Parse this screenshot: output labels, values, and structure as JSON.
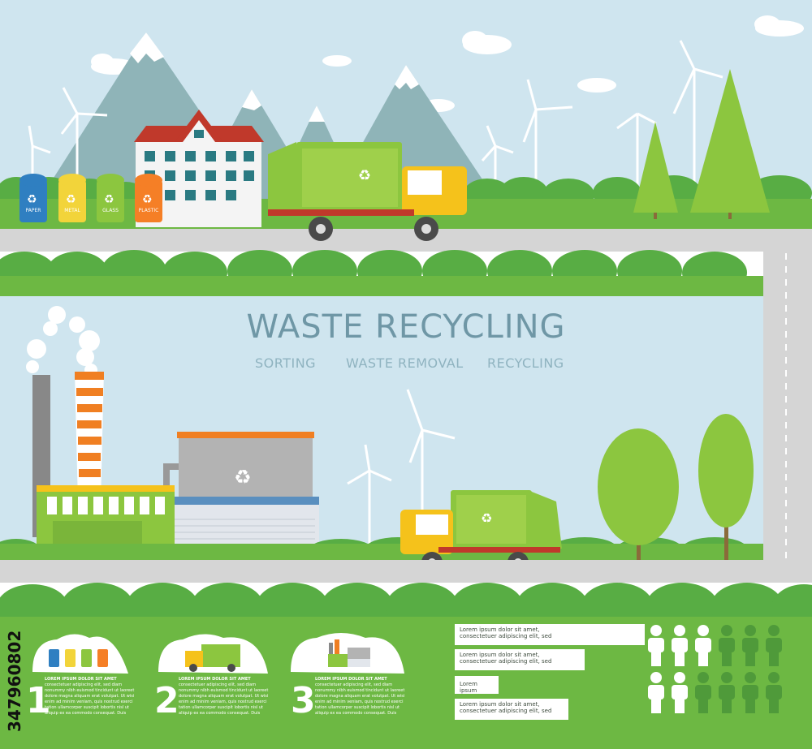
{
  "header": {
    "title": "WASTE RECYCLING",
    "steps": [
      "SORTING",
      "WASTE REMOVAL",
      "RECYCLING"
    ]
  },
  "bins": [
    {
      "label": "PAPER",
      "color": "#2f7fc1"
    },
    {
      "label": "METAL",
      "color": "#f2d43a"
    },
    {
      "label": "GLASS",
      "color": "#8cc63f"
    },
    {
      "label": "PLASTIC",
      "color": "#f57f26"
    }
  ],
  "steps": [
    {
      "number": "1",
      "heading": "LOREM IPSUM DOLOR SIT AMET",
      "text": "consectetuer adipiscing elit, sed diam nonummy nibh euismod tincidunt ut laoreet dolore magna aliquam erat volutpat. Ut wisi enim ad minim veniam, quis nostrud exerci tation ullamcorper suscipit lobortis nisl ut aliquip ex ea commodo consequat. Duis"
    },
    {
      "number": "2",
      "heading": "LOREM IPSUM DOLOR SIT AMET",
      "text": "consectetuer adipiscing elit, sed diam nonummy nibh euismod tincidunt ut laoreet dolore magna aliquam erat volutpat. Ut wisi enim ad minim veniam, quis nostrud exerci tation ullamcorper suscipit lobortis nisl ut aliquip ex ea commodo consequat. Duis"
    },
    {
      "number": "3",
      "heading": "LOREM IPSUM DOLOR SIT AMET",
      "text": "consectetuer adipiscing elit, sed diam nonummy nibh euismod tincidunt ut laoreet dolore magna aliquam erat volutpat. Ut wisi enim ad minim veniam, quis nostrud exerci tation ullamcorper suscipit lobortis nisl ut aliquip ex ea commodo consequat. Duis"
    }
  ],
  "info_boxes": [
    {
      "line1": "Lorem ipsum dolor sit amet,",
      "line2": "consectetuer adipiscing elit, sed"
    },
    {
      "line1": "Lorem ipsum dolor sit amet,",
      "line2": "consectetuer adipiscing elit, sed"
    },
    {
      "line1": "Lorem ipsum",
      "line2": ""
    },
    {
      "line1": "Lorem ipsum dolor sit amet,",
      "line2": "consectetuer adipiscing elit, sed"
    }
  ],
  "people_rows": [
    {
      "highlighted": 3,
      "total": 6
    },
    {
      "highlighted": 2,
      "total": 6
    }
  ],
  "watermark": "347960802",
  "colors": {
    "sky": "#cfe5ef",
    "grass": "#6db843",
    "bush": "#58ad44",
    "road": "#d5d5d5",
    "title": "#6f97a6",
    "factory_orange": "#f07f22",
    "truck_green": "#8cc63f",
    "truck_cab": "#f5c21b"
  }
}
